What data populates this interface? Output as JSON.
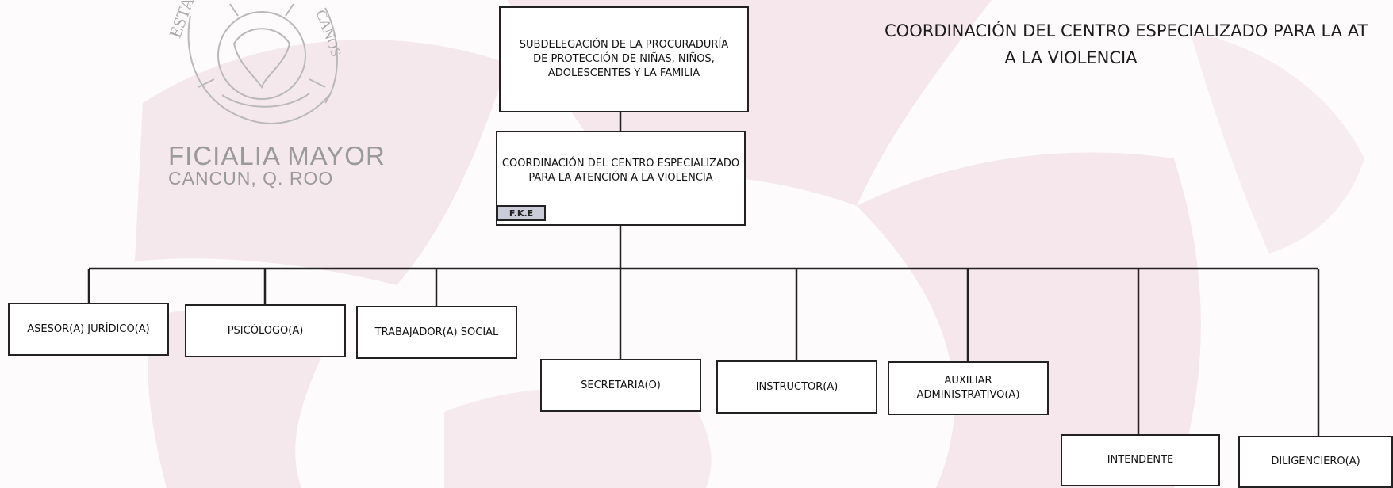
{
  "title": {
    "line1": "COORDINACIÓN DEL CENTRO ESPECIALIZADO PARA LA AT",
    "line2": "A LA VIOLENCIA"
  },
  "stamp": {
    "line1": "FICIALIA MAYOR",
    "line2": "CANCUN, Q. ROO"
  },
  "org": {
    "root": "SUBDELEGACIÓN DE LA PROCURADURÍA DE PROTECCIÓN DE NIÑAS, NIÑOS, ADOLESCENTES Y LA FAMILIA",
    "coordination": "COORDINACIÓN DEL CENTRO ESPECIALIZADO PARA LA ATENCIÓN A LA VIOLENCIA",
    "coordination_tag": "F.K.E",
    "subordinates": [
      "ASESOR(A) JURÍDICO(A)",
      "PSICÓLOGO(A)",
      "TRABAJADOR(A) SOCIAL",
      "SECRETARIA(O)",
      "INSTRUCTOR(A)",
      "AUXILIAR ADMINISTRATIVO(A)",
      "INTENDENTE",
      "DILIGENCIERO(A)"
    ]
  },
  "colors": {
    "watermark": "#f1dde4",
    "stamp": "#9a9a9a",
    "tag_fill": "#c9ccd8"
  }
}
